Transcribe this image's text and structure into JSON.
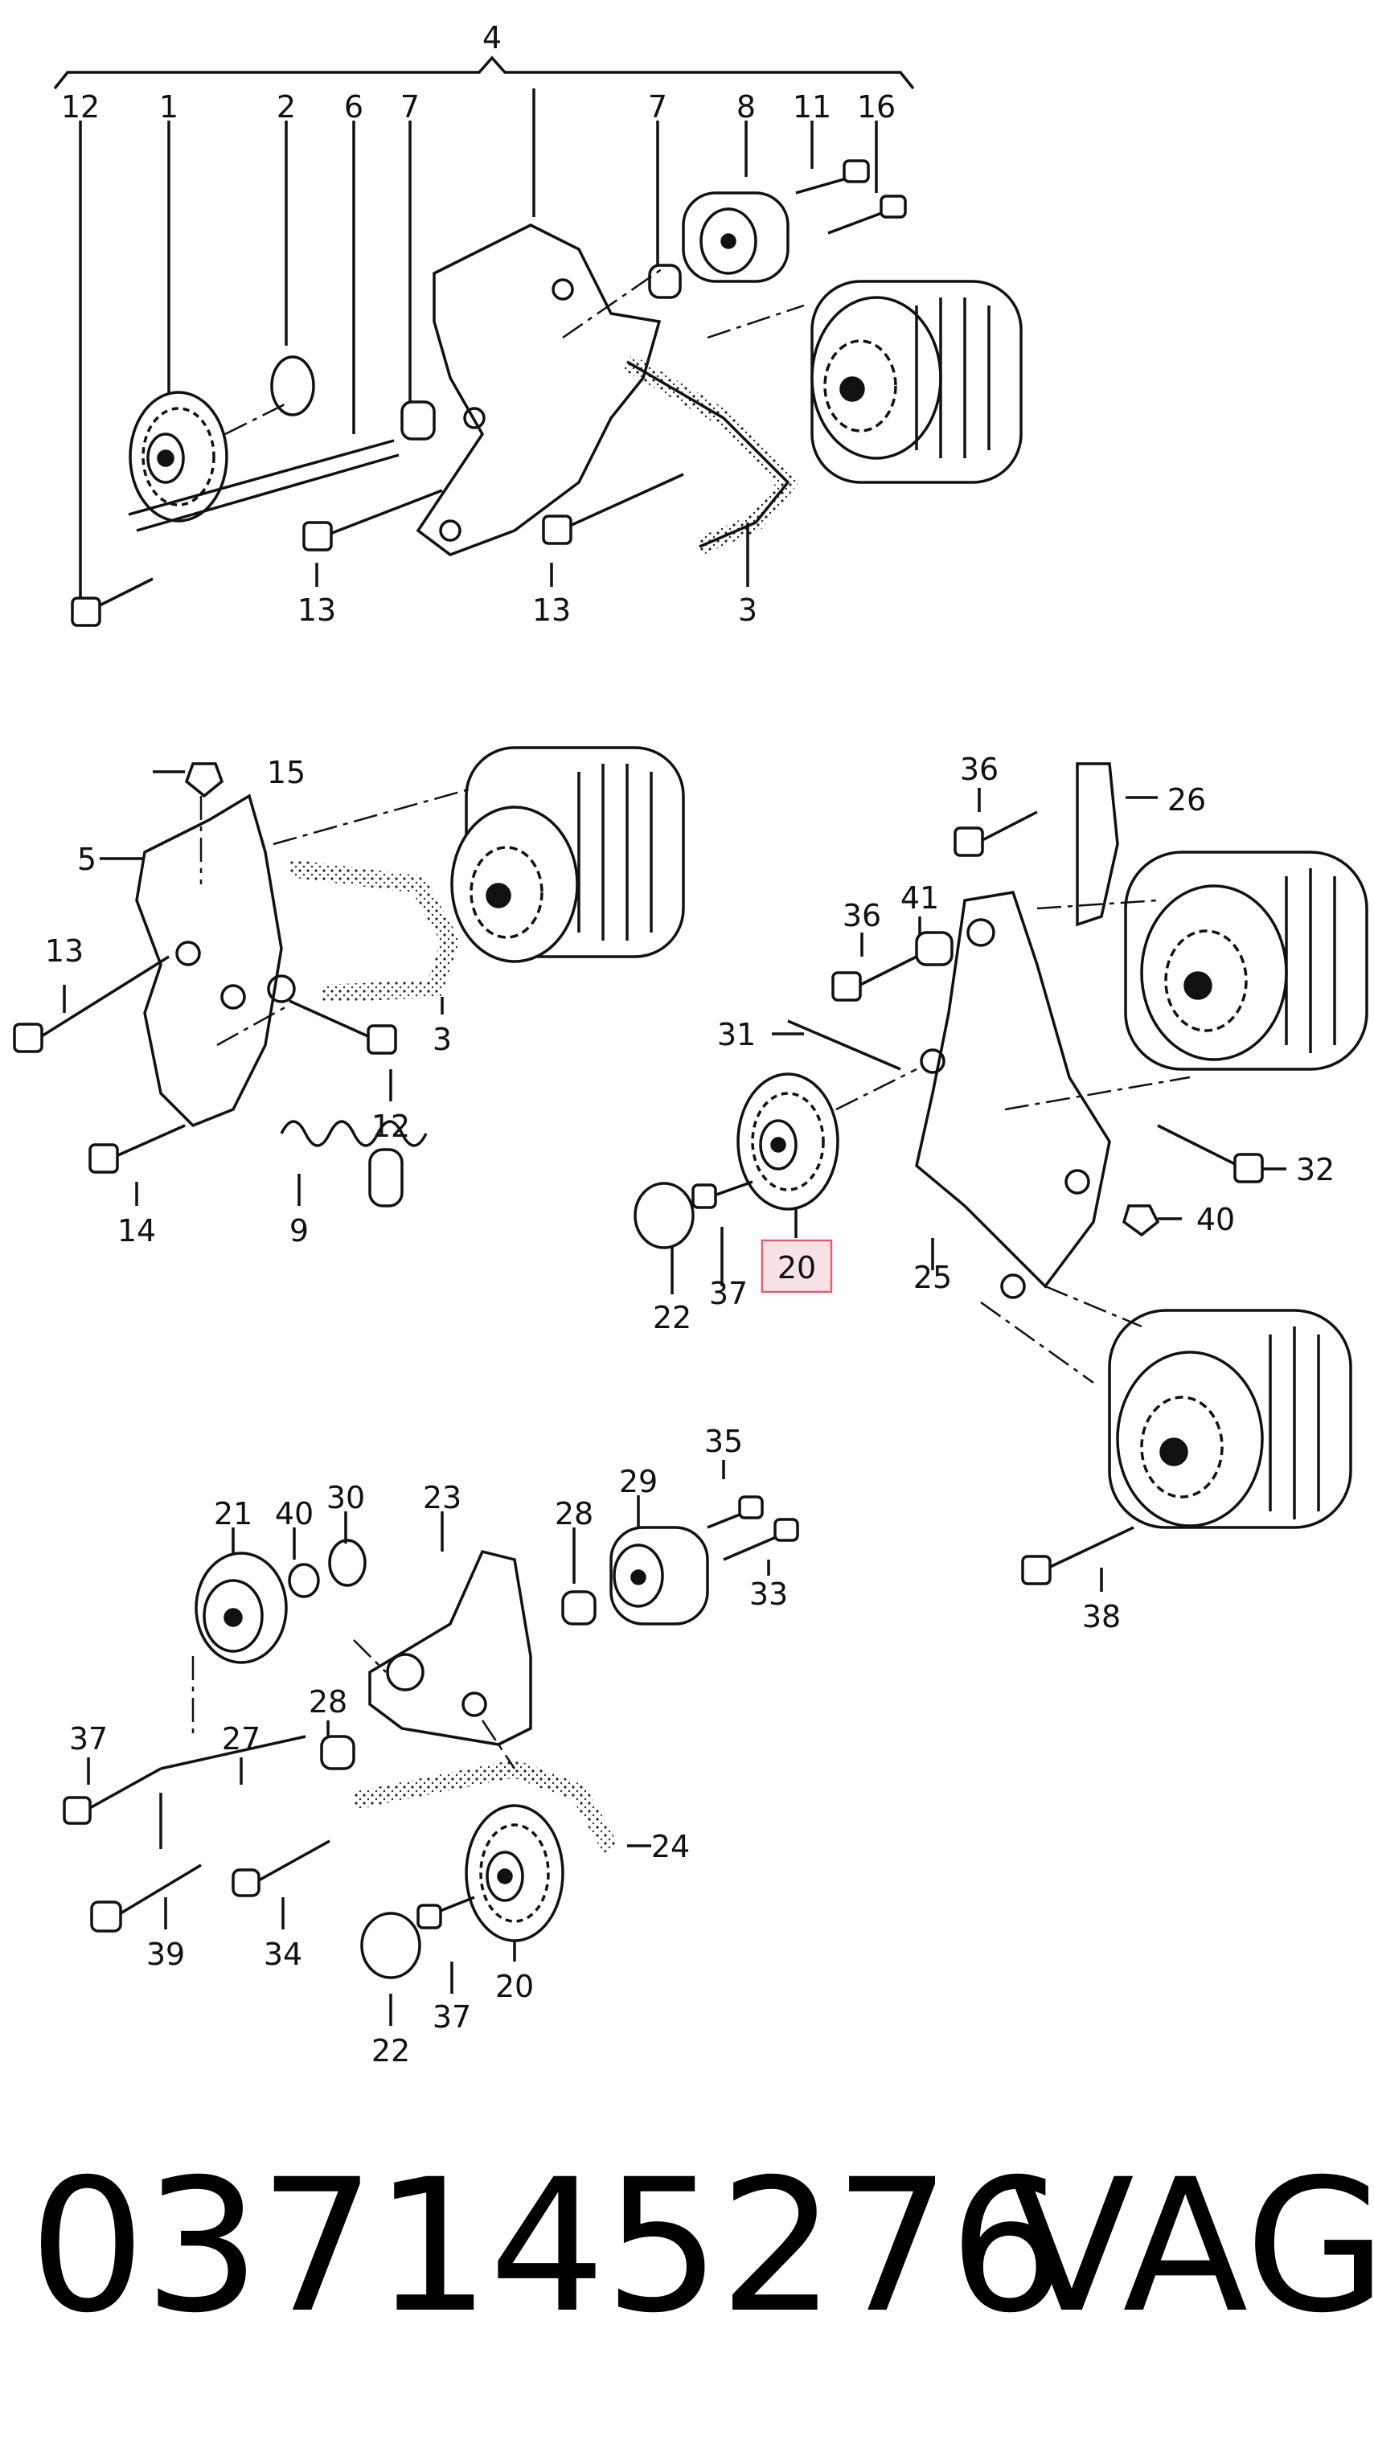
{
  "part_number": "037145276",
  "brand": "VAG",
  "highlight_color": "#e06070",
  "callouts": {
    "a_4": "4",
    "a_12": "12",
    "a_1": "1",
    "a_2": "2",
    "a_6": "6",
    "a_7a": "7",
    "a_7b": "7",
    "a_8": "8",
    "a_11": "11",
    "a_16": "16",
    "a_13a": "13",
    "a_13b": "13",
    "a_3": "3",
    "b_15": "15",
    "b_5": "5",
    "b_13": "13",
    "b_3": "3",
    "b_12": "12",
    "b_14": "14",
    "b_9": "9",
    "c_36a": "36",
    "c_26": "26",
    "c_41": "41",
    "c_36b": "36",
    "c_31": "31",
    "c_32": "32",
    "c_40": "40",
    "c_22": "22",
    "c_37": "37",
    "c_20": "20",
    "c_25": "25",
    "c_38": "38",
    "d_35": "35",
    "d_30": "30",
    "d_40": "40",
    "d_21": "21",
    "d_23": "23",
    "d_28a": "28",
    "d_29": "29",
    "d_33": "33",
    "d_28b": "28",
    "d_37a": "37",
    "d_27": "27",
    "d_24": "24",
    "d_39": "39",
    "d_34": "34",
    "d_20": "20",
    "d_22": "22",
    "d_37b": "37"
  }
}
